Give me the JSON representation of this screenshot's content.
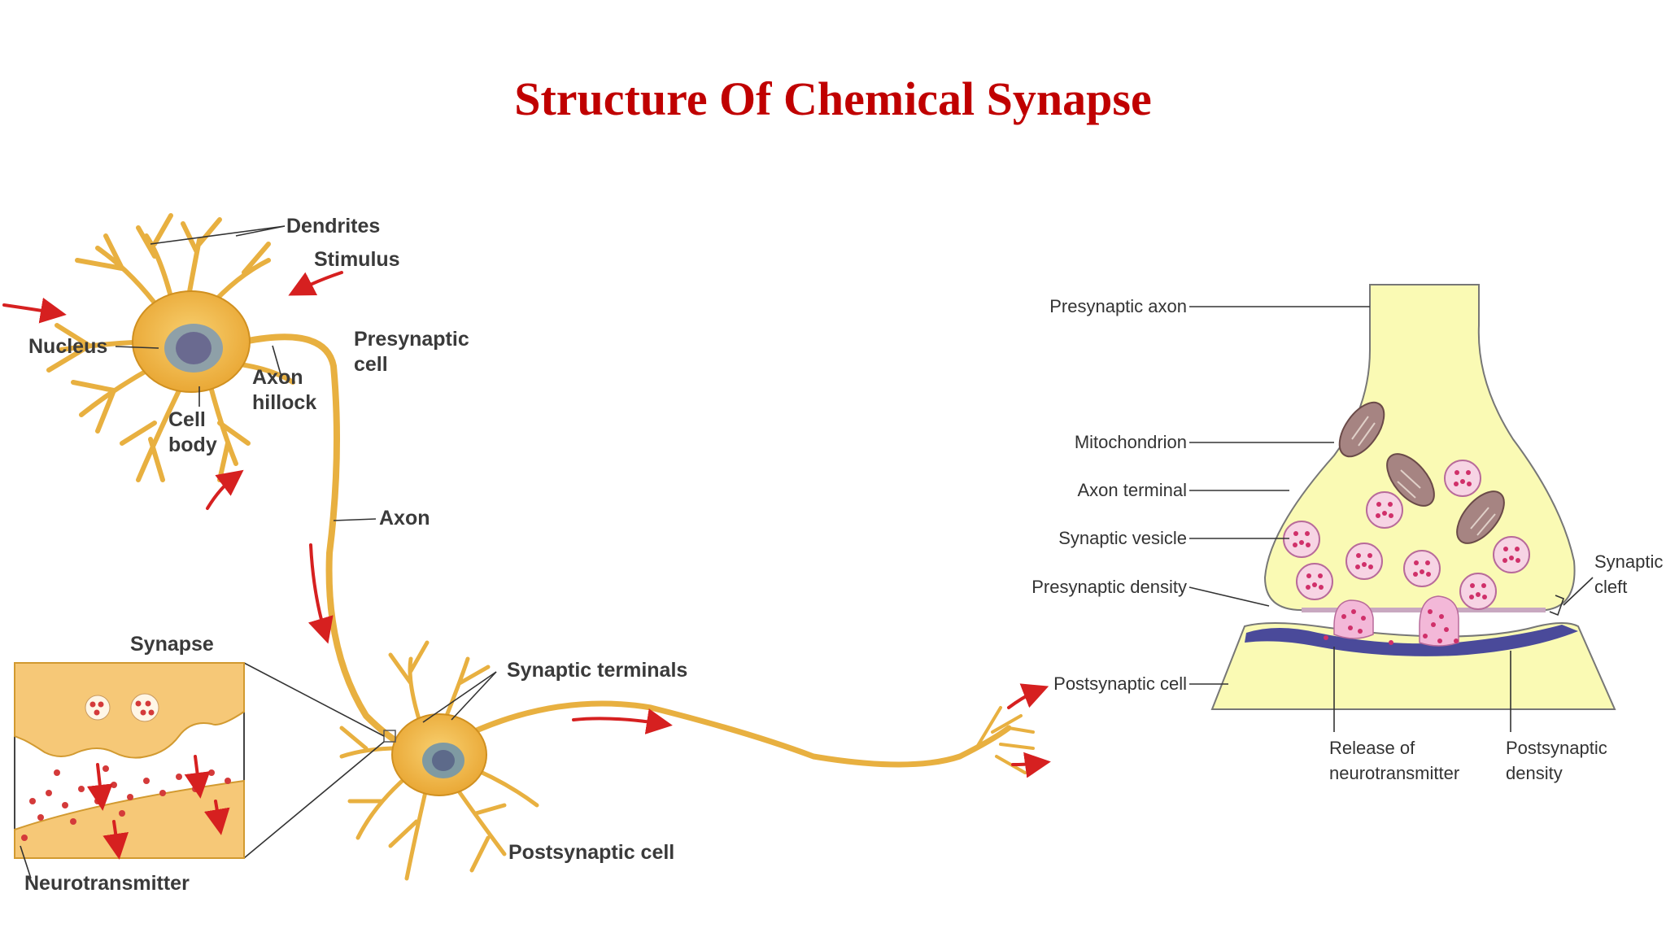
{
  "title": "Structure Of Chemical Synapse",
  "neuron_diagram": {
    "labels": {
      "dendrites": "Dendrites",
      "stimulus": "Stimulus",
      "nucleus": "Nucleus",
      "presynaptic_cell_1": "Presynaptic",
      "presynaptic_cell_2": "cell",
      "axon_hillock_1": "Axon",
      "axon_hillock_2": "hillock",
      "cell_body_1": "Cell",
      "cell_body_2": "body",
      "axon": "Axon",
      "synapse": "Synapse",
      "synaptic_terminals": "Synaptic terminals",
      "postsynaptic_cell": "Postsynaptic cell",
      "neurotransmitter": "Neurotransmitter"
    }
  },
  "synapse_detail": {
    "labels": {
      "presynaptic_axon": "Presynaptic axon",
      "mitochondrion": "Mitochondrion",
      "axon_terminal": "Axon terminal",
      "synaptic_vesicle": "Synaptic vesicle",
      "presynaptic_density": "Presynaptic density",
      "synaptic_cleft_1": "Synaptic",
      "synaptic_cleft_2": "cleft",
      "postsynaptic_cell": "Postsynaptic cell",
      "release_1": "Release of",
      "release_2": "neurotransmitter",
      "postsynaptic_density_1": "Postsynaptic",
      "postsynaptic_density_2": "density"
    }
  },
  "colors": {
    "title": "#c00000",
    "neuron": "#f0b43c",
    "arrow": "#d62020",
    "terminal_fill": "#fafab4",
    "density": "#4a4a9a",
    "vesicle": "#e8a8c8"
  }
}
